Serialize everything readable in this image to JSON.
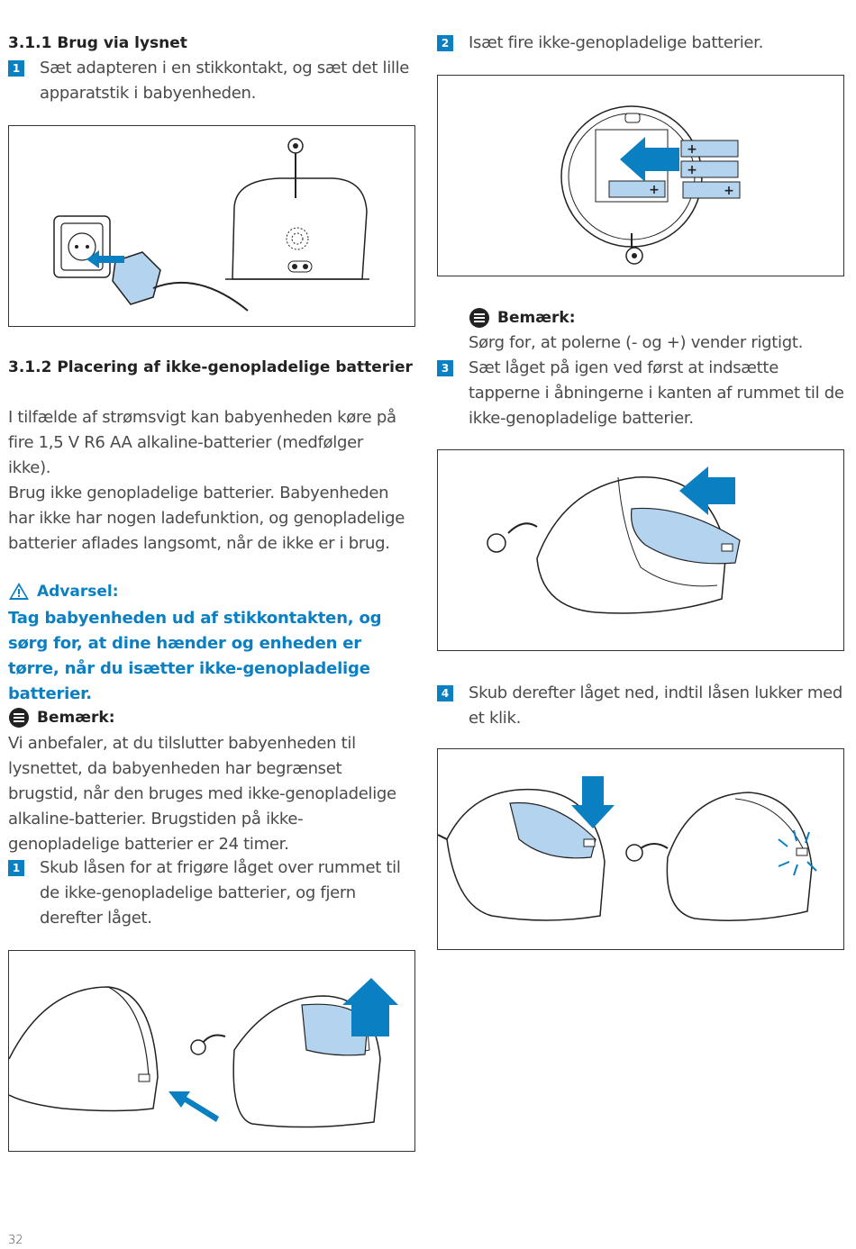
{
  "left": {
    "s311_title": "3.1.1  Brug via lysnet",
    "s311_step1_num": "1",
    "s311_step1_text": "Sæt adapteren i en stikkontakt, og sæt det lille apparatstik i babyenheden.",
    "s312_title": "3.1.2  Placering af ikke-genopladelige batterier",
    "s312_para1": " I tilfælde af strømsvigt kan babyenheden køre på fire 1,5 V R6 AA alkaline-batterier (medfølger ikke).",
    "s312_para2": "Brug ikke genopladelige batterier. Babyenheden har ikke har nogen ladefunktion, og genopladelige batterier aflades langsomt, når de ikke er i brug.",
    "warning_title": "Advarsel:",
    "warning_text": "Tag babyenheden ud af stikkontakten, og sørg for, at dine hænder og enheden er tørre, når du isætter ikke-genopladelige batterier.",
    "note_title": "Bemærk:",
    "note_text": " Vi anbefaler, at du tilslutter babyenheden til lysnettet, da babyenheden har begrænset brugstid, når den bruges med ikke-genopladelige alkaline-batterier. Brugstiden på ikke-genopladelige batterier er 24 timer.",
    "step1_num": "1",
    "step1_text": "Skub låsen for at frigøre låget over rummet til de ikke-genopladelige batterier, og fjern derefter låget."
  },
  "right": {
    "step2_num": "2",
    "step2_text": "Isæt fire ikke-genopladelige batterier.",
    "note_title": "Bemærk:",
    "note_text": "Sørg for, at polerne (- og +) vender rigtigt.",
    "step3_num": "3",
    "step3_text": "Sæt låget på igen ved først at indsætte tapperne i åbningerne i kanten af rummet til de ikke-genopladelige batterier.",
    "step4_num": "4",
    "step4_text": "Skub derefter låget ned, indtil låsen lukker med et klik."
  },
  "battery_plus_label": "+",
  "page_number": "32",
  "colors": {
    "accent": "#0a7fc2",
    "lid": "#b3d3ee",
    "text": "#4a4a4a"
  },
  "icons": {
    "note": "note-icon",
    "warning": "warning-triangle-icon"
  }
}
